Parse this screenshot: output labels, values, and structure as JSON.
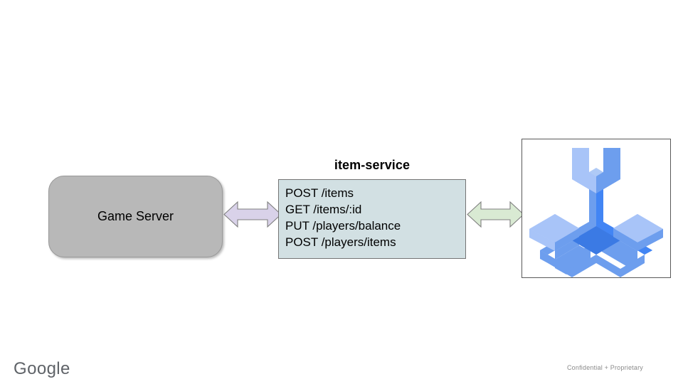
{
  "slide": {
    "background_color": "#ffffff"
  },
  "game_server": {
    "label": "Game Server",
    "fill_color": "#b8b8b8",
    "border_color": "#999999"
  },
  "service": {
    "title": "item-service",
    "fill_color": "#d2e0e3",
    "border_color": "#747474",
    "endpoints": [
      "POST /items",
      "GET /items/:id",
      "PUT /players/balance",
      "POST /players/items"
    ]
  },
  "connectors": {
    "left": {
      "icon_name": "double-headed-arrow",
      "fill_color": "#d9d2e9",
      "stroke_color": "#7f7f7f"
    },
    "right": {
      "icon_name": "double-headed-arrow",
      "fill_color": "#d9ead3",
      "stroke_color": "#7f7f7f"
    }
  },
  "database_image": {
    "icon_name": "spanner-logo-icon",
    "frame_border_color": "#595959",
    "colors": {
      "light": "#a8c4f8",
      "medium": "#6d9eee",
      "dark": "#4285f4",
      "deep": "#3b7ae4"
    }
  },
  "footer": {
    "brand": "Google",
    "brand_color": "#5f6368",
    "confidentiality_notice": "Confidential + Proprietary"
  }
}
